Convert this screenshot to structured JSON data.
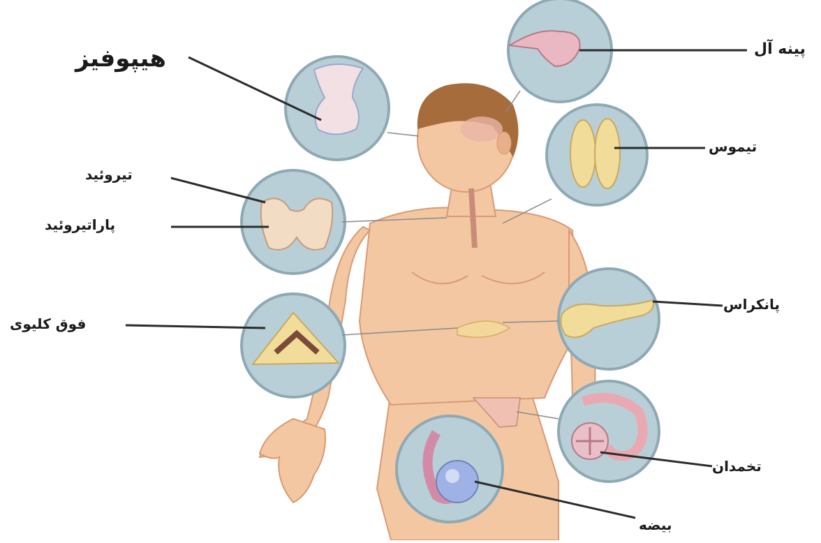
{
  "labels": {
    "hypophysis": "هیپوفیز",
    "pineal": "پینه آل",
    "thyroid": "تیروئید",
    "parathyroid": "پاراتیروئید",
    "thymus": "تیموس",
    "adrenal": "فوق کلیوی",
    "pancreas": "پانکراس",
    "ovary": "تخمدان",
    "testis": "بیضه"
  },
  "colors": {
    "skin": "#f3c7a2",
    "skin_shade": "#e3a27b",
    "hair": "#a66c3c",
    "circle_fill": "#b8cfd8",
    "circle_edge": "#8fa9b4",
    "gland_yellow": "#f2dc9a",
    "gland_pink": "#e9a9b2",
    "testis_blue": "#9fb2e6",
    "leader": "#2b2b2b"
  }
}
